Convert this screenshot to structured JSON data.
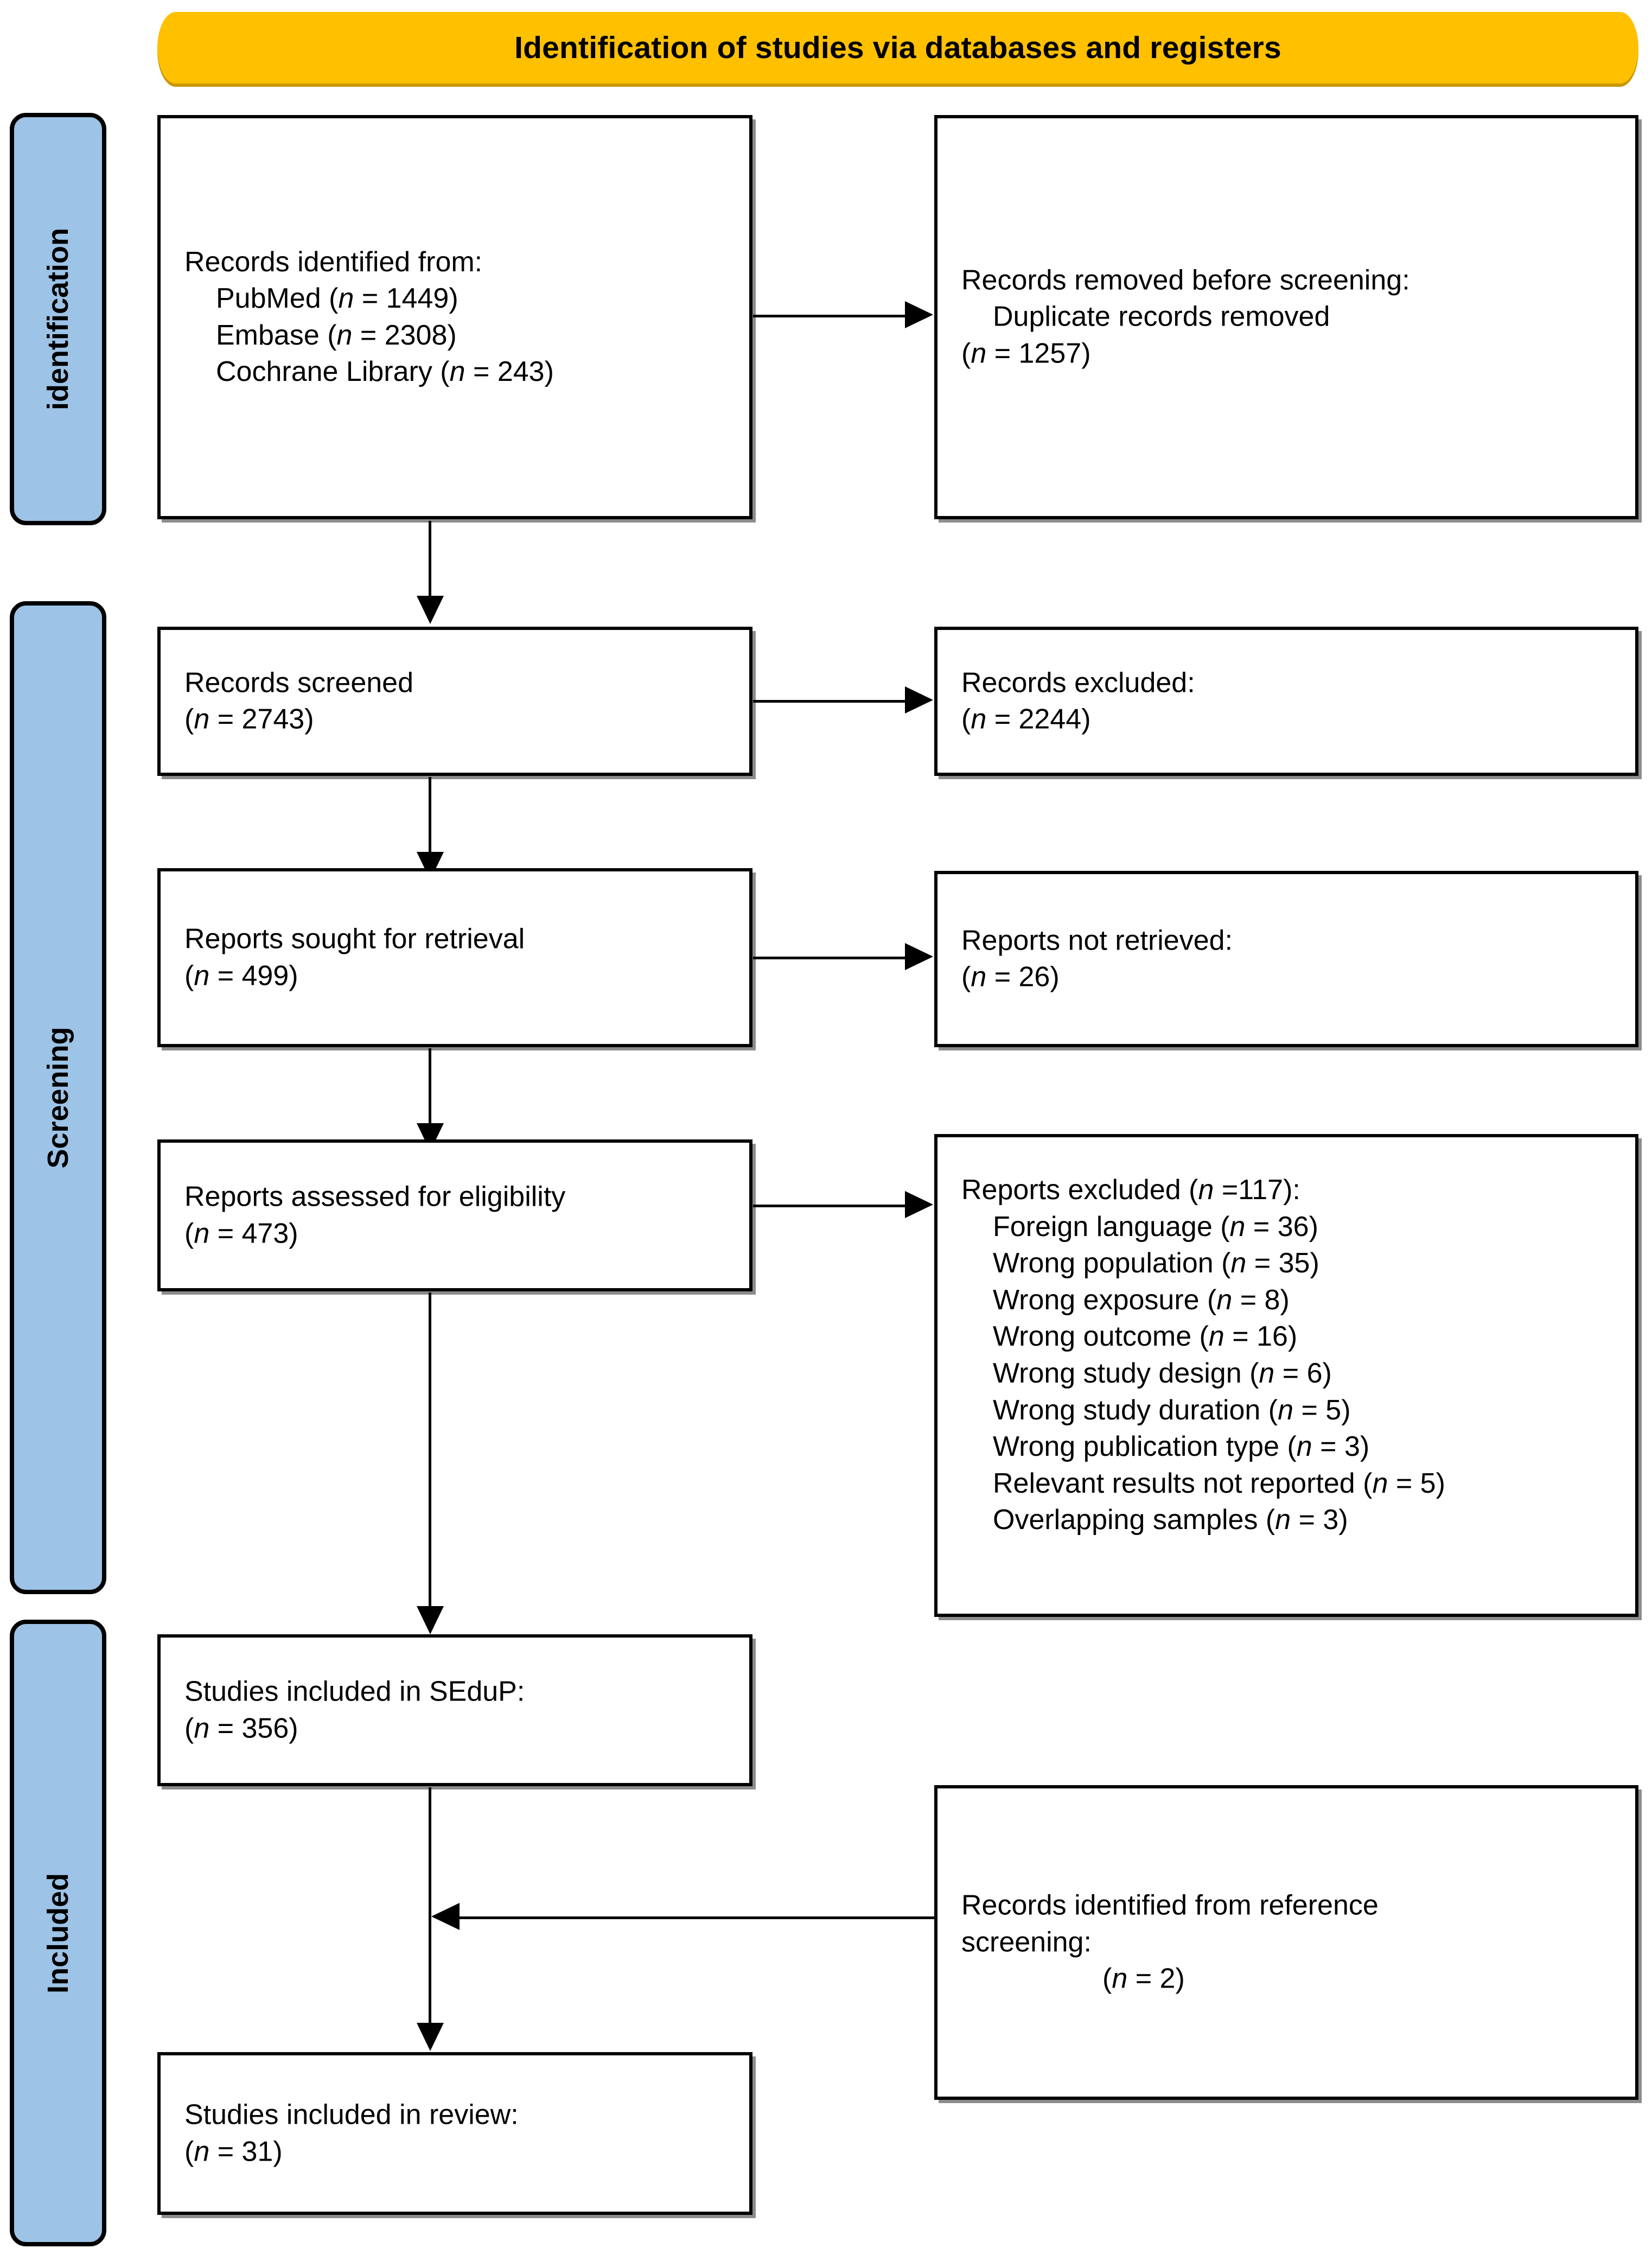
{
  "banner": {
    "title": "Identification of studies via databases and registers"
  },
  "phases": [
    {
      "key": "identification",
      "label": "identification"
    },
    {
      "key": "screening",
      "label": "Screening"
    },
    {
      "key": "included",
      "label": "Included"
    }
  ],
  "boxes": {
    "records_identified": {
      "title": "Records identified from:",
      "sources": [
        {
          "name": "PubMed",
          "n": 1449,
          "text": "PubMed (n = 1449)"
        },
        {
          "name": "Embase",
          "n": 2308,
          "text": "Embase (n = 2308)"
        },
        {
          "name": "Cochrane Library",
          "n": 243,
          "text": "Cochrane Library (n = 243)"
        }
      ]
    },
    "records_removed": {
      "title": "Records removed before screening:",
      "reason": "Duplicate records removed",
      "n": 1257,
      "n_text": "(n = 1257)"
    },
    "records_screened": {
      "title": "Records screened",
      "n": 2743,
      "n_text": "(n = 2743)"
    },
    "records_excluded": {
      "title": "Records excluded:",
      "n": 2244,
      "n_text": "(n = 2244)"
    },
    "reports_sought": {
      "title": "Reports sought for retrieval",
      "n": 499,
      "n_text": "(n = 499)"
    },
    "reports_not_retrieved": {
      "title": "Reports not retrieved:",
      "n": 26,
      "n_text": "(n = 26)"
    },
    "reports_assessed": {
      "title": "Reports assessed for eligibility",
      "n": 473,
      "n_text": "(n = 473)"
    },
    "reports_excluded": {
      "title_prefix": "Reports excluded (",
      "title_n": "n",
      "title_suffix": " =117):",
      "n": 117,
      "reasons": [
        {
          "label": "Foreign language",
          "n": 36,
          "text": "Foreign language (n = 36)"
        },
        {
          "label": "Wrong population",
          "n": 35,
          "text": "Wrong population (n = 35)"
        },
        {
          "label": "Wrong exposure",
          "n": 8,
          "text": "Wrong exposure (n = 8)"
        },
        {
          "label": "Wrong outcome",
          "n": 16,
          "text": "Wrong outcome (n = 16)"
        },
        {
          "label": "Wrong study design",
          "n": 6,
          "text": "Wrong study design (n = 6)"
        },
        {
          "label": "Wrong study duration",
          "n": 5,
          "text": "Wrong study duration (n = 5)"
        },
        {
          "label": "Wrong publication type",
          "n": 3,
          "text": "Wrong publication type (n = 3)"
        },
        {
          "label": "Relevant results not reported",
          "n": 5,
          "text": "Relevant results not reported (n = 5)"
        },
        {
          "label": "Overlapping samples",
          "n": 3,
          "text": "Overlapping samples (n = 3)"
        }
      ]
    },
    "studies_sedup": {
      "title": "Studies included in SEduP:",
      "n": 356,
      "n_text": "(n = 356)"
    },
    "reference_screening": {
      "title_line1": "Records identified from reference",
      "title_line2": "screening:",
      "n": 2,
      "n_text": "(n = 2)"
    },
    "studies_review": {
      "title": "Studies included in review:",
      "n": 31,
      "n_text": "(n = 31)"
    }
  },
  "colors": {
    "banner": "#FFC000",
    "band": "#9DC3E6",
    "box_border": "#000000",
    "box_fill": "#FFFFFF"
  }
}
